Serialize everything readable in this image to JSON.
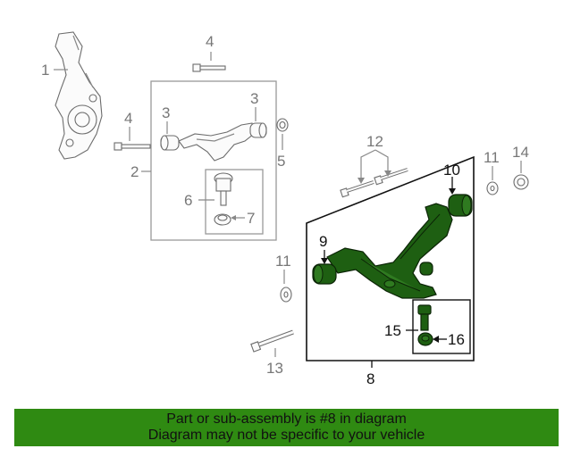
{
  "callouts": {
    "c1": "1",
    "c2": "2",
    "c3a": "3",
    "c3b": "3",
    "c4a": "4",
    "c4b": "4",
    "c5": "5",
    "c6": "6",
    "c7": "7",
    "c8": "8",
    "c9": "9",
    "c10": "10",
    "c11a": "11",
    "c11b": "11",
    "c12": "12",
    "c13": "13",
    "c14": "14",
    "c15": "15",
    "c16": "16"
  },
  "banner": {
    "line1": "Part or sub-assembly is #8 in diagram",
    "line2": "Diagram may not be specific to your vehicle"
  },
  "colors": {
    "highlight": "#1e5f12",
    "banner": "#2f8a12"
  }
}
